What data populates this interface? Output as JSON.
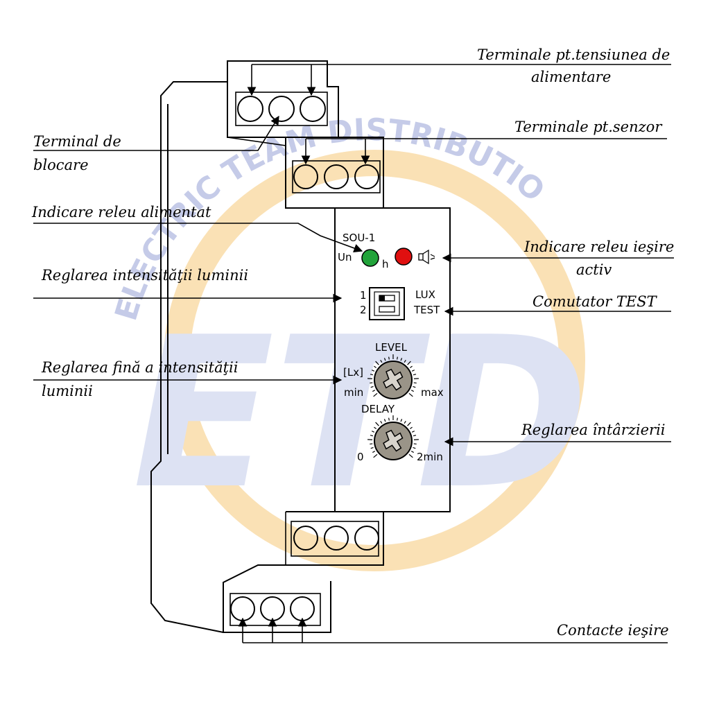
{
  "watermark": {
    "text": "ELECTRIC TEAM DISTRIBUTION",
    "logo": "ETD",
    "ring_color": "#f9dca8",
    "logo_color": "#dde2f3",
    "text_color": "#c5cbe8"
  },
  "labels": {
    "supply_terminals_line1": "Terminale pt.tensiunea de",
    "supply_terminals_line2": "alimentare",
    "sensor_terminals": "Terminale pt.senzor",
    "locking_terminal_line1": "Terminal de",
    "locking_terminal_line2": "blocare",
    "relay_powered": "Indicare releu alimentat",
    "relay_output_line1": "Indicare releu ieşire",
    "relay_output_line2": "activ",
    "light_adjust": "Reglarea intensităţii luminii",
    "test_switch": "Comutator TEST",
    "fine_adjust_line1": "Reglarea fină a intensităţii",
    "fine_adjust_line2": "luminii",
    "delay_adjust": "Reglarea întârzierii",
    "output_contacts": "Contacte ieşire"
  },
  "device": {
    "model": "SOU-1",
    "un_label": "Un",
    "h_label": "h",
    "led_power_color": "#22a33a",
    "led_output_color": "#e01010",
    "switch_pos1": "1",
    "switch_pos2": "2",
    "lux_label": "LUX",
    "test_label": "TEST",
    "level_label": "LEVEL",
    "lx_label": "[Lx]",
    "min_label": "min",
    "max_label": "max",
    "delay_label": "DELAY",
    "delay_zero": "0",
    "delay_max": "2min",
    "knob_color": "#9a9488",
    "relay_icon": "relay-icon"
  }
}
